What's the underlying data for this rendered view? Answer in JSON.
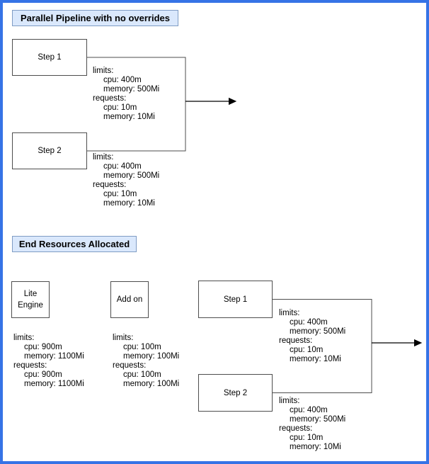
{
  "colors": {
    "canvas_border": "#3673e6",
    "title_fill": "#dae8fc",
    "title_stroke": "#7f9cc4",
    "node_stroke": "#4d4d4d",
    "connector": "#4d4d4d",
    "arrow": "#000000"
  },
  "section_pipeline": {
    "title": "Parallel Pipeline with no overrides",
    "step1": {
      "label": "Step 1",
      "resources": [
        "limits:",
        "cpu: 400m",
        "memory: 500Mi",
        "requests:",
        "cpu: 10m",
        "memory: 10Mi"
      ]
    },
    "step2": {
      "label": "Step 2",
      "resources": [
        "limits:",
        "cpu: 400m",
        "memory: 500Mi",
        "requests:",
        "cpu: 10m",
        "memory: 10Mi"
      ]
    }
  },
  "section_end": {
    "title": "End Resources Allocated",
    "lite_engine": {
      "label": "Lite\nEngine",
      "resources": [
        "limits:",
        "cpu: 900m",
        "memory: 1100Mi",
        "requests:",
        "cpu: 900m",
        "memory: 1100Mi"
      ]
    },
    "add_on": {
      "label": "Add on",
      "resources": [
        "limits:",
        "cpu: 100m",
        "memory: 100Mi",
        "requests:",
        "cpu: 100m",
        "memory: 100Mi"
      ]
    },
    "step1": {
      "label": "Step 1",
      "resources": [
        "limits:",
        "cpu: 400m",
        "memory: 500Mi",
        "requests:",
        "cpu: 10m",
        "memory: 10Mi"
      ]
    },
    "step2": {
      "label": "Step 2",
      "resources": [
        "limits:",
        "cpu: 400m",
        "memory: 500Mi",
        "requests:",
        "cpu: 10m",
        "memory: 10Mi"
      ]
    }
  }
}
